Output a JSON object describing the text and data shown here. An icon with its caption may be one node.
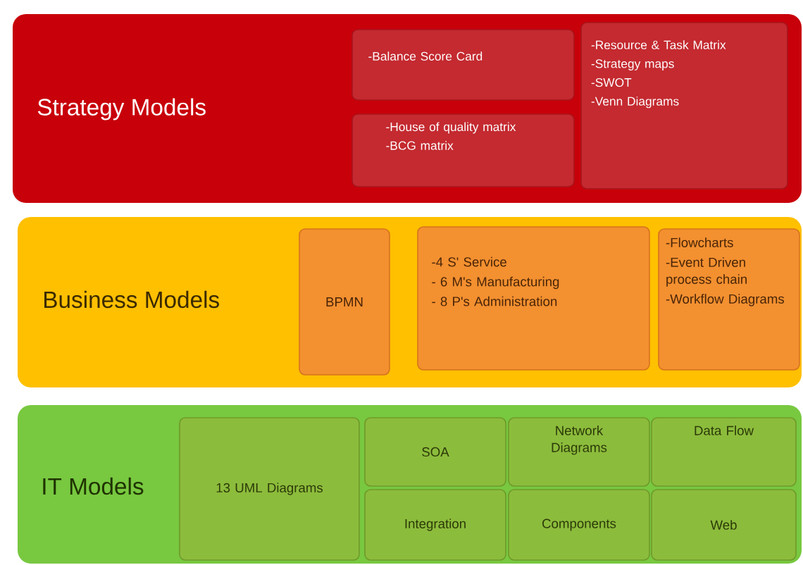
{
  "diagram": {
    "nodes": [
      {
        "text": [
          "Strategy Models"
        ]
      },
      {
        "text": [
          "-Balance Score Card"
        ],
        "in": 0
      },
      {
        "text": [
          "-House of quality matrix",
          "-BCG matrix"
        ],
        "in": 0
      },
      {
        "text": [
          "-Resource & Task Matrix",
          "-Strategy maps",
          "-SWOT",
          "-Venn Diagrams"
        ],
        "in": 0
      },
      {
        "text": [
          "Business Models"
        ]
      },
      {
        "text": [
          "BPMN"
        ],
        "in": 4
      },
      {
        "text": [
          "-4 S' Service",
          "- 6 M's Manufacturing",
          "- 8 P's Administration"
        ],
        "in": 4
      },
      {
        "text": [
          "-Flowcharts",
          "-Event Driven process chain",
          "-Workflow Diagrams"
        ],
        "in": 4
      },
      {
        "text": [
          "IT Models"
        ]
      },
      {
        "text": [
          "13 UML Diagrams"
        ],
        "in": 8
      },
      {
        "text": [
          "SOA"
        ],
        "in": 8
      },
      {
        "text": [
          "Network Diagrams"
        ],
        "in": 8
      },
      {
        "text": [
          "Data Flow"
        ],
        "in": 8
      },
      {
        "text": [
          "Integration"
        ],
        "in": 8
      },
      {
        "text": [
          "Components"
        ],
        "in": 8
      },
      {
        "text": [
          "Web"
        ],
        "in": 8
      }
    ]
  }
}
